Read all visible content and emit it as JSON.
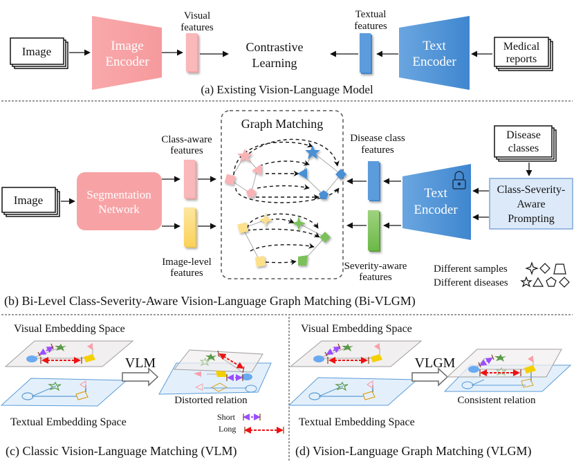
{
  "panel_a": {
    "caption": "(a) Existing Vision-Language Model",
    "image_box": "Image",
    "image_encoder": [
      "Image",
      "Encoder"
    ],
    "visual_features": [
      "Visual",
      "features"
    ],
    "contrastive": [
      "Contrastive",
      "Learning"
    ],
    "textual_features": [
      "Textual",
      "features"
    ],
    "text_encoder": [
      "Text",
      "Encoder"
    ],
    "medical_reports": [
      "Medical",
      "reports"
    ]
  },
  "panel_b": {
    "caption": "(b) Bi-Level Class-Severity-Aware Vision-Language Graph Matching (Bi-VLGM)",
    "image_box": "Image",
    "segmentation": [
      "Segmentation",
      "Network"
    ],
    "class_aware": [
      "Class-aware",
      "features"
    ],
    "image_level": [
      "Image-level",
      "features"
    ],
    "graph_matching": "Graph Matching",
    "disease_class_features": [
      "Disease class",
      "features"
    ],
    "severity_aware": [
      "Severity-aware",
      "features"
    ],
    "text_encoder": [
      "Text",
      "Encoder"
    ],
    "disease_classes": [
      "Disease",
      "classes"
    ],
    "prompting": [
      "Class-Severity-",
      "Aware",
      "Prompting"
    ],
    "legend_samples": "Different samples",
    "legend_diseases": "Different diseases"
  },
  "panel_c": {
    "caption": "(c) Classic Vision-Language Matching (VLM)",
    "visual_space": "Visual Embedding Space",
    "textual_space": "Textual Embedding Space",
    "arrow_label": "VLM",
    "result": "Distorted relation",
    "legend_short": "Short",
    "legend_long": "Long"
  },
  "panel_d": {
    "caption": "(d) Vision-Language Graph Matching (VLGM)",
    "visual_space": "Visual Embedding Space",
    "textual_space": "Textual Embedding Space",
    "arrow_label": "VLGM",
    "result": "Consistent relation"
  },
  "colors": {
    "pink": "#f7a3a6",
    "pink_light": "#f9b6b8",
    "blue": "#4a8fd4",
    "blue_light": "#6aa6e0",
    "yellow": "#fde08a",
    "green": "#7cc05a",
    "prompt_fill": "#dce9f8",
    "prompt_border": "#7fa6d8",
    "purple": "#9b4dff",
    "red": "#ee1111"
  }
}
